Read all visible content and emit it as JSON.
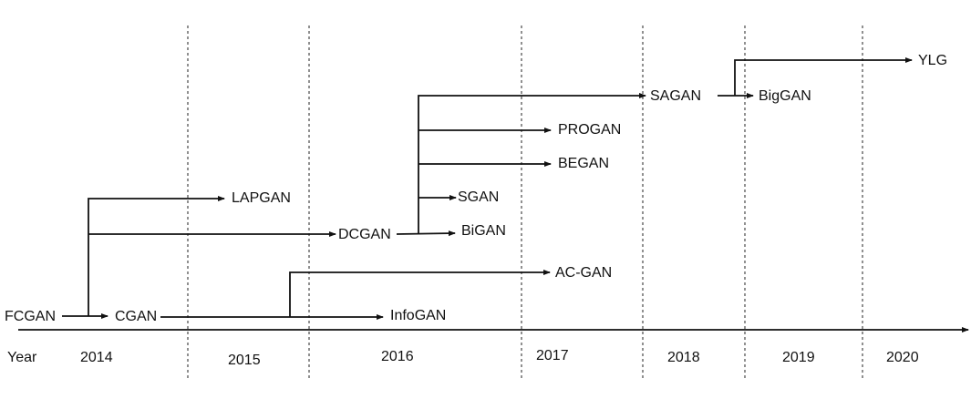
{
  "title": "GAN development timeline",
  "axis_label": "Year",
  "years": [
    "2014",
    "2015",
    "2016",
    "2017",
    "2018",
    "2019",
    "2020"
  ],
  "models": {
    "fcgan": "FCGAN",
    "cgan": "CGAN",
    "lapgan": "LAPGAN",
    "dcgan": "DCGAN",
    "infogan": "InfoGAN",
    "acgan": "AC-GAN",
    "bigan": "BiGAN",
    "sgan": "SGAN",
    "began": "BEGAN",
    "progan": "PROGAN",
    "sagan": "SAGAN",
    "biggan": "BigGAN",
    "ylg": "YLG"
  },
  "line_color": "#111111"
}
